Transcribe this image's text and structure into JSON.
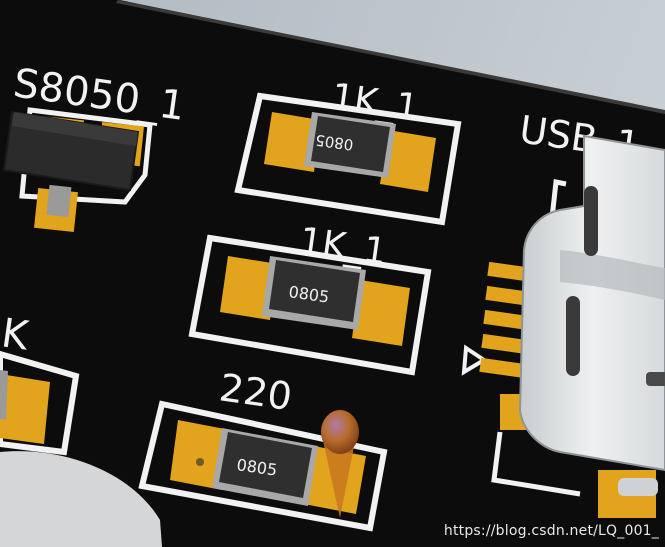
{
  "viewport": {
    "title": "PCB 3D view"
  },
  "labels": {
    "transistor": "S8050_1",
    "resistor_top": "1K_1",
    "resistor_mid": "1K_1",
    "resistor_bottom": "220",
    "usb": "USB_1",
    "left_partial": "K"
  },
  "components": {
    "r1_marking": "0805",
    "r2_marking": "0805",
    "r3_marking": "0805"
  },
  "watermark": "https://blog.csdn.net/LQ_001_",
  "colors": {
    "board": "#0d0d0d",
    "pad": "#e2a41c",
    "silkscreen": "#f2f2f2",
    "component_body": "#2e2e2e",
    "background": "#b9c2c8"
  }
}
